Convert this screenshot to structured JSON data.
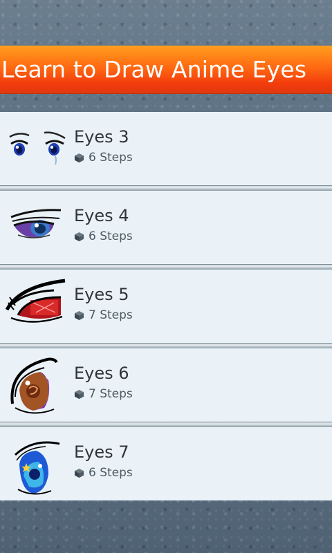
{
  "header": {
    "title": "Learn to Draw Anime Eyes"
  },
  "items": [
    {
      "title": "Eyes 3",
      "steps": "6 Steps",
      "thumb": "eyes-3-thumbnail"
    },
    {
      "title": "Eyes 4",
      "steps": "6 Steps",
      "thumb": "eyes-4-thumbnail"
    },
    {
      "title": "Eyes 5",
      "steps": "7 Steps",
      "thumb": "eyes-5-thumbnail"
    },
    {
      "title": "Eyes 6",
      "steps": "7 Steps",
      "thumb": "eyes-6-thumbnail"
    },
    {
      "title": "Eyes 7",
      "steps": "6 Steps",
      "thumb": "eyes-7-thumbnail"
    }
  ],
  "colors": {
    "header_orange": "#ff6a12",
    "list_background": "#eaf2f8",
    "title_text": "#2f3437"
  },
  "icons": {
    "steps": "cube-icon"
  }
}
